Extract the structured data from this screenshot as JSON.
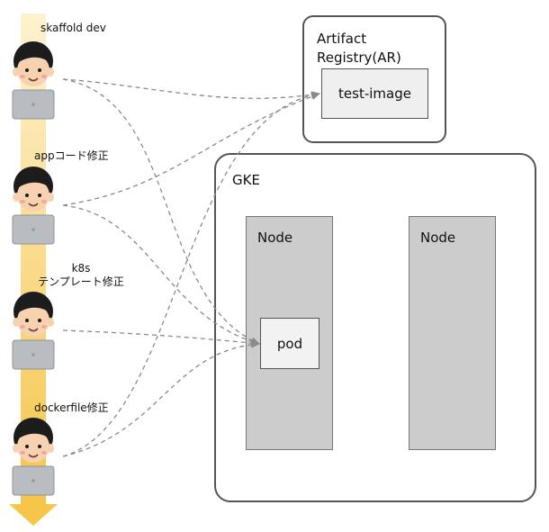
{
  "labels": {
    "step1": "skaffold dev",
    "step2": "appコード修正",
    "step3_line1": "k8s",
    "step3_line2": "テンプレート修正",
    "step4": "dockerfile修正"
  },
  "artifact_registry": {
    "title_line1": "Artifact",
    "title_line2": "Registry(AR)",
    "image": "test-image"
  },
  "gke": {
    "title": "GKE",
    "node1": "Node",
    "node2": "Node",
    "pod": "pod"
  },
  "colors": {
    "timeline_top": "#fdf2cf",
    "timeline_bottom": "#f6c54a",
    "arrow": "#8a8a8a",
    "box_border": "#555555",
    "node_fill": "#cccccc",
    "shirt": "#3b84c9",
    "skin": "#f6d2b0",
    "hair": "#1c1c1c",
    "laptop": "#b9bdc2"
  }
}
